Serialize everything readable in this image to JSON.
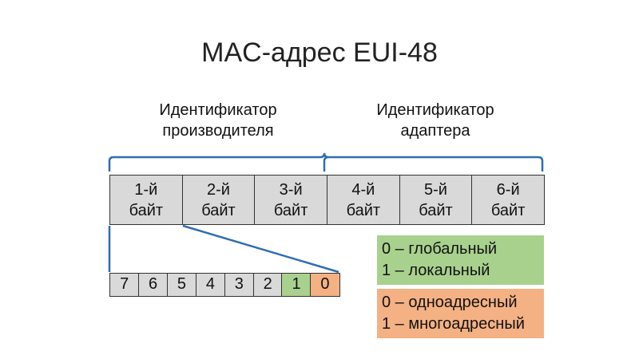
{
  "title": "MAC-адрес EUI-48",
  "labels": {
    "vendor": [
      "Идентификатор",
      "производителя"
    ],
    "adapter": [
      "Идентификатор",
      "адаптера"
    ]
  },
  "bytes": [
    {
      "num": "1-й",
      "word": "байт"
    },
    {
      "num": "2-й",
      "word": "байт"
    },
    {
      "num": "3-й",
      "word": "байт"
    },
    {
      "num": "4-й",
      "word": "байт"
    },
    {
      "num": "5-й",
      "word": "байт"
    },
    {
      "num": "6-й",
      "word": "байт"
    }
  ],
  "bits": [
    "7",
    "6",
    "5",
    "4",
    "3",
    "2",
    "1",
    "0"
  ],
  "legend": {
    "global_local": [
      "0 – глобальный",
      "1 – локальный"
    ],
    "unicast_multicast": [
      "0 – одноадресный",
      "1 – многоадресный"
    ]
  },
  "colors": {
    "bracket": "#2f6db5",
    "cell": "#d9d9d9",
    "green": "#a9d18e",
    "orange": "#f4b183"
  }
}
